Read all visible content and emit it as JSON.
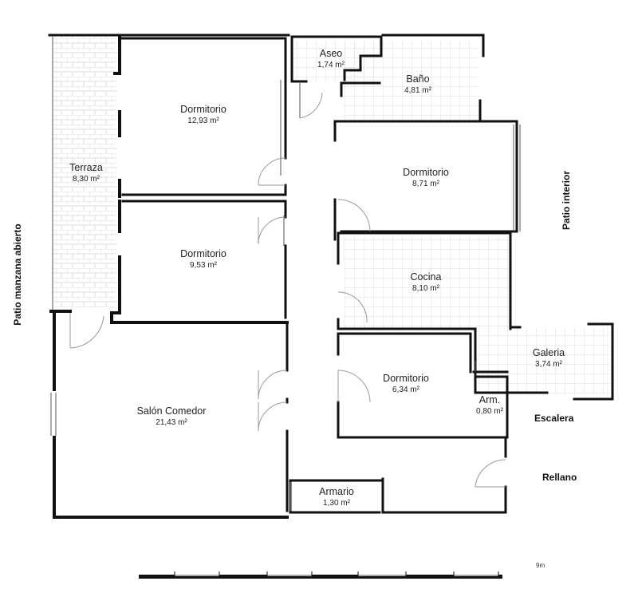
{
  "rooms": [
    {
      "id": "dorm1",
      "name": "Dormitorio",
      "area": "12,93 m²"
    },
    {
      "id": "terraza",
      "name": "Terraza",
      "area": "8,30 m²"
    },
    {
      "id": "dorm2",
      "name": "Dormitorio",
      "area": "9,53 m²"
    },
    {
      "id": "salon",
      "name": "Salón Comedor",
      "area": "21,43 m²"
    },
    {
      "id": "aseo",
      "name": "Aseo",
      "area": "1,74 m²"
    },
    {
      "id": "bano",
      "name": "Baño",
      "area": "4,81 m²"
    },
    {
      "id": "dorm3",
      "name": "Dormitorio",
      "area": "8,71 m²"
    },
    {
      "id": "cocina",
      "name": "Cocina",
      "area": "8,10 m²"
    },
    {
      "id": "galeria",
      "name": "Galeria",
      "area": "3,74 m²"
    },
    {
      "id": "dorm4",
      "name": "Dormitorio",
      "area": "6,34 m²"
    },
    {
      "id": "arm",
      "name": "Arm.",
      "area": "0,80 m²"
    },
    {
      "id": "armario",
      "name": "Armario",
      "area": "1,30 m²"
    }
  ],
  "exterior": {
    "patio_manzana": "Patio manzana abierto",
    "patio_interior": "Patio interior",
    "escalera": "Escalera",
    "rellano": "Rellano"
  },
  "scale": {
    "label": "9m",
    "divisions": 8
  },
  "colors": {
    "wall": "#111111",
    "tile": "#cfcfcf",
    "background": "#ffffff"
  }
}
